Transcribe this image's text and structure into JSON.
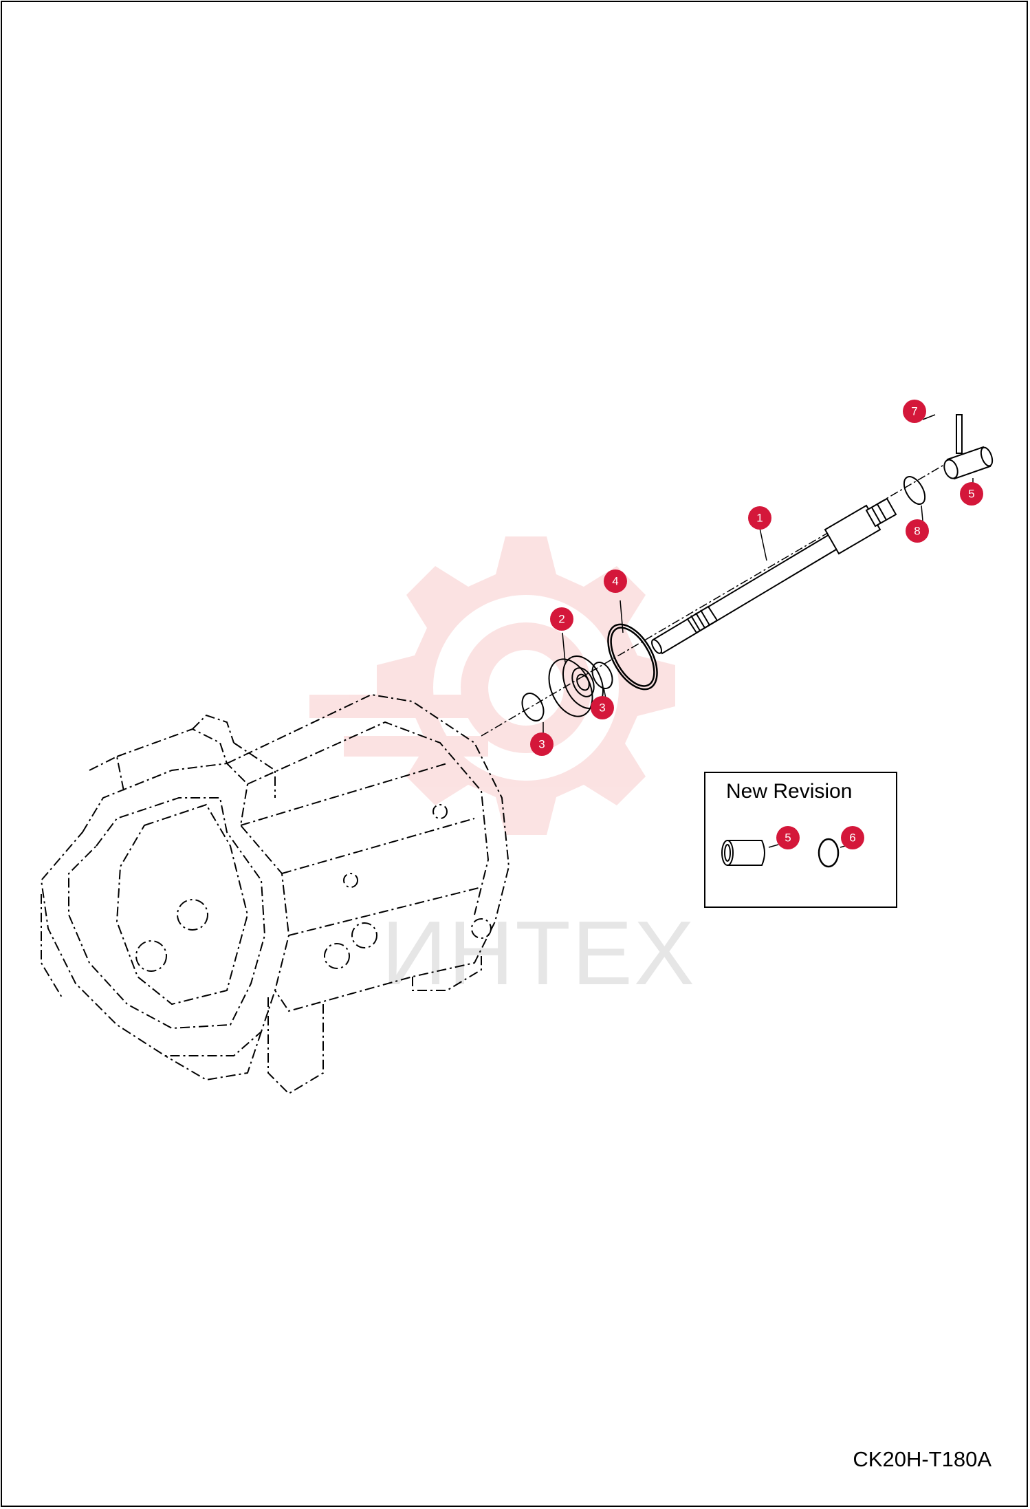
{
  "watermark": {
    "text": "ИНТЕХ",
    "color": "#f29a9a"
  },
  "inset": {
    "title": "New Revision"
  },
  "drawing_code": "CK20H-T180A",
  "colors": {
    "callout": "#d4173a",
    "line": "#000000"
  },
  "callouts": [
    {
      "label": "1"
    },
    {
      "label": "2"
    },
    {
      "label": "3"
    },
    {
      "label": "3"
    },
    {
      "label": "3"
    },
    {
      "label": "4"
    },
    {
      "label": "5"
    },
    {
      "label": "7"
    },
    {
      "label": "8"
    },
    {
      "label": "5"
    },
    {
      "label": "6"
    }
  ]
}
